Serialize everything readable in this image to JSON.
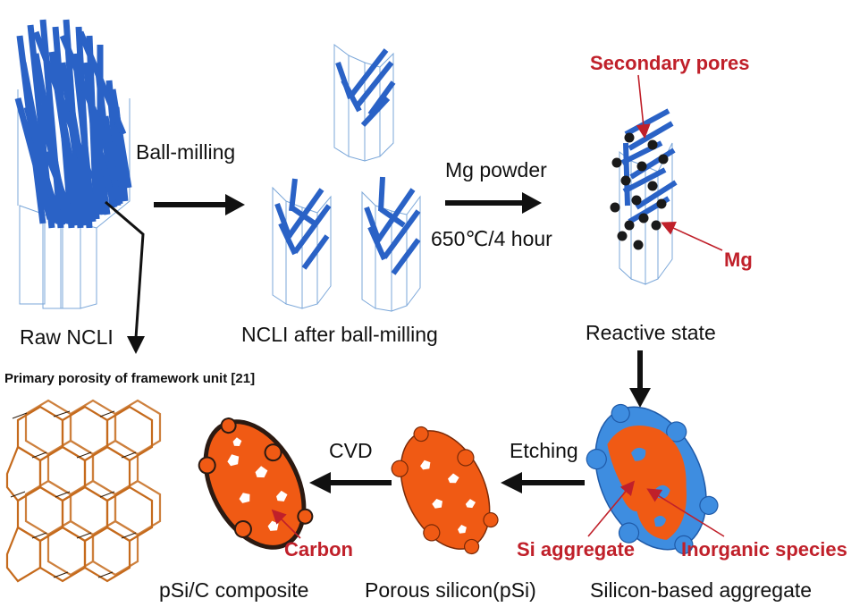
{
  "labels": {
    "ball_milling": "Ball-milling",
    "mg_powder": "Mg powder",
    "temperature": "650℃/4 hour",
    "secondary_pores": "Secondary pores",
    "mg": "Mg",
    "raw_ncli": "Raw NCLI",
    "ncli_after": "NCLI after ball-milling",
    "reactive_state": "Reactive state",
    "primary_porosity": "Primary porosity of framework unit [21]",
    "cvd": "CVD",
    "etching": "Etching",
    "carbon": "Carbon",
    "si_aggregate": "Si aggregate",
    "inorganic_species": "Inorganic species",
    "psi_c": "pSi/C composite",
    "porous_silicon": "Porous silicon(pSi)",
    "silicon_aggregate": "Silicon-based aggregate"
  },
  "colors": {
    "rod_blue": "#2a62c6",
    "annotation_red": "#c0202a",
    "silicon_orange": "#f05a14",
    "inorganic_blue": "#3e8de0",
    "framework_orange": "#c56a1c"
  }
}
